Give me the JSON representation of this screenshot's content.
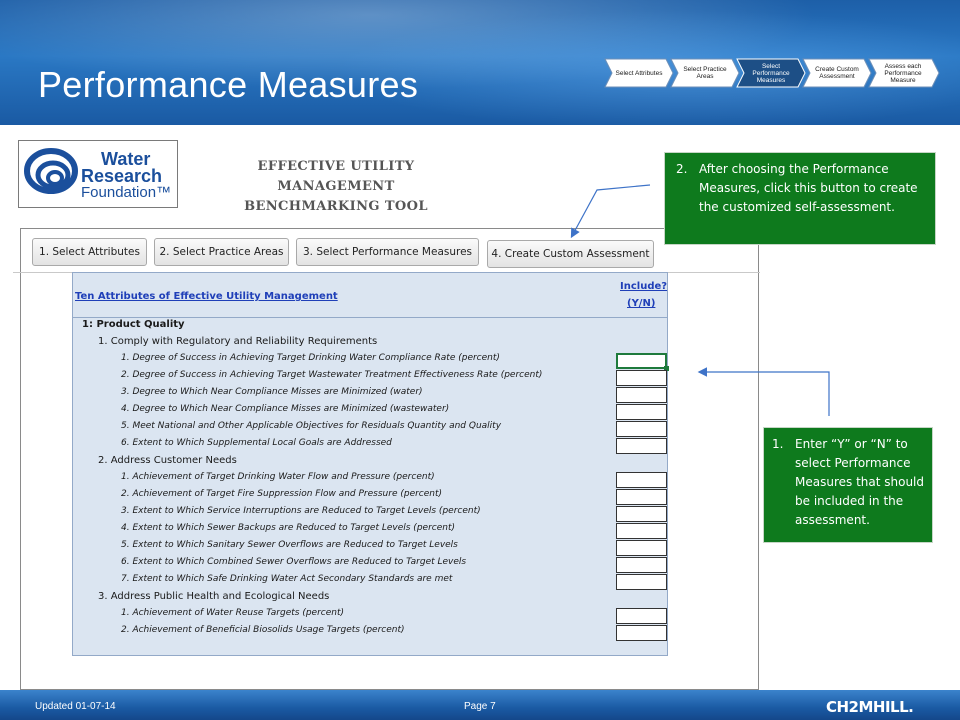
{
  "slide": {
    "title": "Performance Measures"
  },
  "steps": [
    {
      "label": "Select Attributes",
      "active": false
    },
    {
      "label": "Select Practice Areas",
      "active": false
    },
    {
      "label": "Select Performance Measures",
      "active": true
    },
    {
      "label": "Create Custom Assessment",
      "active": false
    },
    {
      "label": "Assess each Performance Measure",
      "active": false
    }
  ],
  "logo": {
    "line1": "Water",
    "line2": "Research",
    "line3": "Foundation™"
  },
  "tool": {
    "title_line1": "EFFECTIVE UTILITY MANAGEMENT",
    "title_line2": "BENCHMARKING TOOL"
  },
  "buttons": [
    "1. Select Attributes",
    "2. Select Practice Areas",
    "3. Select Performance Measures",
    "4. Create Custom Assessment"
  ],
  "sheet": {
    "header_link": "Ten Attributes of Effective Utility Management",
    "include_line1": "Include?",
    "include_line2": "(Y/N)",
    "rows": [
      {
        "kind": "sec",
        "text": "1: Product Quality"
      },
      {
        "kind": "grp",
        "text": "1. Comply with Regulatory and Reliability Requirements"
      },
      {
        "kind": "item",
        "text": "1. Degree of Success in Achieving Target Drinking Water Compliance Rate (percent)"
      },
      {
        "kind": "item",
        "text": "2. Degree of Success in Achieving Target Wastewater Treatment Effectiveness Rate (percent)"
      },
      {
        "kind": "item",
        "text": "3. Degree to Which Near Compliance Misses are Minimized (water)"
      },
      {
        "kind": "item",
        "text": "4. Degree to Which Near Compliance Misses are Minimized (wastewater)"
      },
      {
        "kind": "item",
        "text": "5. Meet National and Other Applicable Objectives for Residuals Quantity and Quality"
      },
      {
        "kind": "item",
        "text": "6. Extent to Which Supplemental Local Goals are Addressed"
      },
      {
        "kind": "grp",
        "text": "2. Address Customer Needs"
      },
      {
        "kind": "item",
        "text": "1. Achievement of Target Drinking Water Flow and Pressure (percent)"
      },
      {
        "kind": "item",
        "text": "2. Achievement of Target Fire Suppression Flow and Pressure (percent)"
      },
      {
        "kind": "item",
        "text": "3. Extent to Which Service Interruptions are Reduced to Target Levels (percent)"
      },
      {
        "kind": "item",
        "text": "4. Extent to Which Sewer Backups are Reduced to Target Levels (percent)"
      },
      {
        "kind": "item",
        "text": "5. Extent to Which Sanitary Sewer Overflows are Reduced to Target Levels"
      },
      {
        "kind": "item",
        "text": "6. Extent to Which Combined Sewer Overflows are Reduced to Target Levels"
      },
      {
        "kind": "item",
        "text": "7. Extent to Which Safe Drinking Water Act Secondary Standards are met"
      },
      {
        "kind": "grp",
        "text": "3. Address Public Health and Ecological Needs"
      },
      {
        "kind": "item",
        "text": "1. Achievement of Water Reuse Targets (percent)"
      },
      {
        "kind": "item",
        "text": "2. Achievement of Beneficial Biosolids Usage Targets (percent)"
      }
    ]
  },
  "callouts": {
    "top": {
      "num": "2.",
      "text": "After choosing the Performance Measures, click this button to create the customized self-assessment."
    },
    "right": {
      "num": "1.",
      "text": "Enter “Y” or “N” to select Performance Measures that should be included in the assessment."
    }
  },
  "footer": {
    "updated": "Updated 01-07-14",
    "page": "Page 7",
    "brand": "CH2MHILL."
  },
  "colors": {
    "header_blue": "#1d5fa8",
    "callout_green": "#0e7a1d",
    "sheet_fill": "#dbe5f1",
    "link_blue": "#1f3fb8"
  }
}
